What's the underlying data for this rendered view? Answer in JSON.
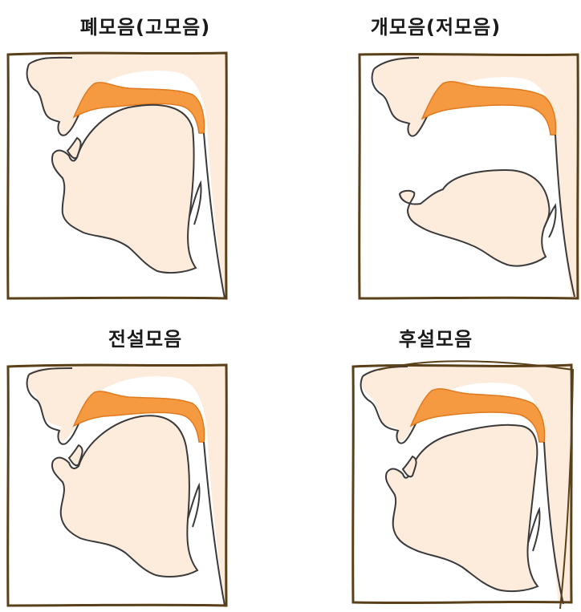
{
  "colors": {
    "skin": "#fdebdc",
    "outline": "#3a3a3a",
    "frame": "#5a4018",
    "palate": "#f59a40",
    "palate_edge": "#e07a20"
  },
  "panels": [
    {
      "title": "폐모음(고모음)",
      "tongue": "high"
    },
    {
      "title": "개모음(저모음)",
      "tongue": "low"
    },
    {
      "title": "전설모음",
      "tongue": "front"
    },
    {
      "title": "후설모음",
      "tongue": "back"
    }
  ]
}
